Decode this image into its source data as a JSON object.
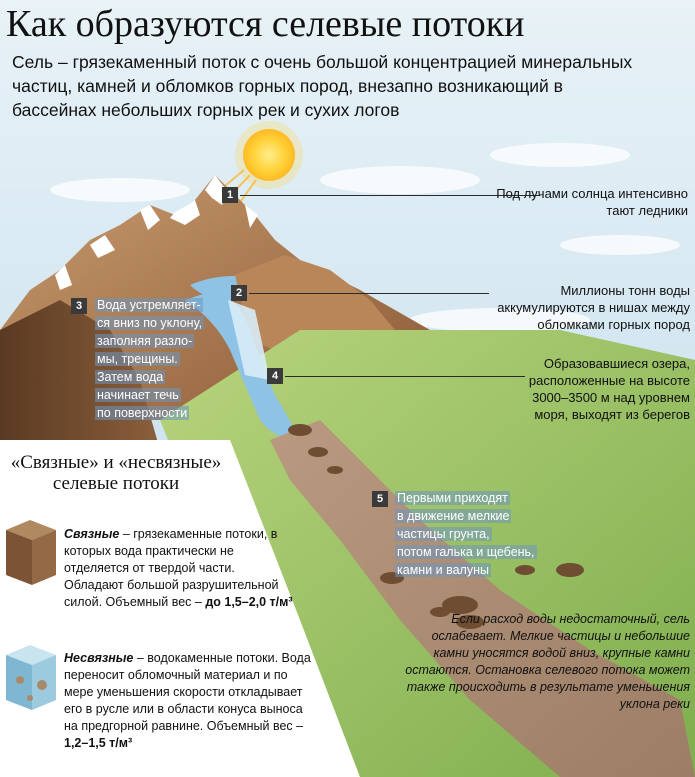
{
  "title": "Как образуются селевые потоки",
  "intro": "Сель – грязекаменный поток с очень большой концентрацией минеральных частиц, камней и обломков горных пород, внезапно возникающий в бассейнах небольших горных рек и сухих логов",
  "steps": [
    {
      "num": "1",
      "text": "Под лучами солнца интенсивно тают ледники"
    },
    {
      "num": "2",
      "text": "Миллионы тонн воды аккумулируются в нишах между обломками горных пород"
    },
    {
      "num": "3",
      "lines": [
        "Вода устремляет-",
        "ся вниз по уклону,",
        "заполняя разло-",
        "мы, трещины.",
        "Затем вода",
        "начинает течь",
        "по поверхности"
      ]
    },
    {
      "num": "4",
      "text": "Образовавшиеся озера, расположенные на высоте 3000–3500 м над уровнем моря, выходят из берегов"
    },
    {
      "num": "5",
      "lines": [
        "Первыми приходят",
        "в движение мелкие",
        "частицы грунта,",
        "потом галька и щебень,",
        "камни и валуны"
      ]
    }
  ],
  "types_title": "«Связные» и «несвязные» селевые потоки",
  "bound": {
    "term": "Связные",
    "text": " – грязекаменные потоки, в которых вода практически не отделяется от твердой части. Обладают большой разрушительной силой. Объемный вес –",
    "weight": "до 1,5–2,0 т/м³"
  },
  "unbound": {
    "term": "Несвязные",
    "text": " – водокаменные потоки. Вода переносит обломочный материал и по мере уменьшения скорости откладывает его в русле или в области конуса выноса на предгорной равнине. Объемный",
    "weight_prefix": "вес – ",
    "weight": "1,2–1,5 т/м³"
  },
  "note": "Если расход воды недостаточный, сель ослабевает. Мелкие частицы и небольшие камни уносятся водой вниз, крупные камни остаются. Остановка селевого потока может также происходить в результате уменьшения уклона реки",
  "colors": {
    "sky": "#cfe4ef",
    "rock": "#a8764f",
    "grass": "#9cc06a",
    "water": "#8ec3e6",
    "sun": "#ffd23a"
  }
}
